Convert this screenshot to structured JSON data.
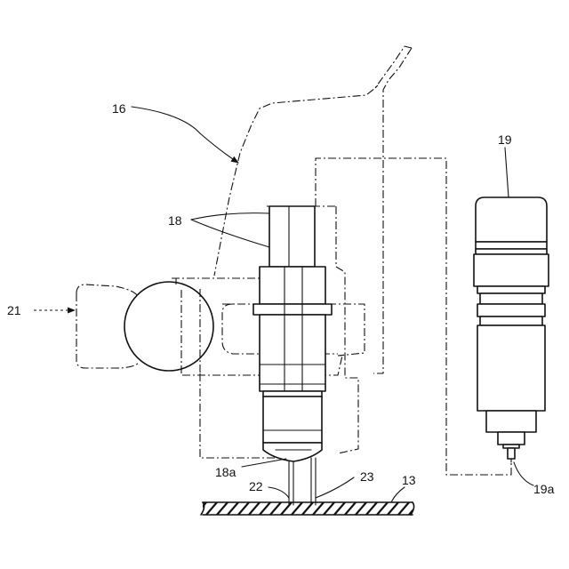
{
  "labels": {
    "l16": "16",
    "l18": "18",
    "l19": "19",
    "l21": "21",
    "l18a": "18a",
    "l22": "22",
    "l23": "23",
    "l13": "13",
    "l19a": "19a"
  }
}
